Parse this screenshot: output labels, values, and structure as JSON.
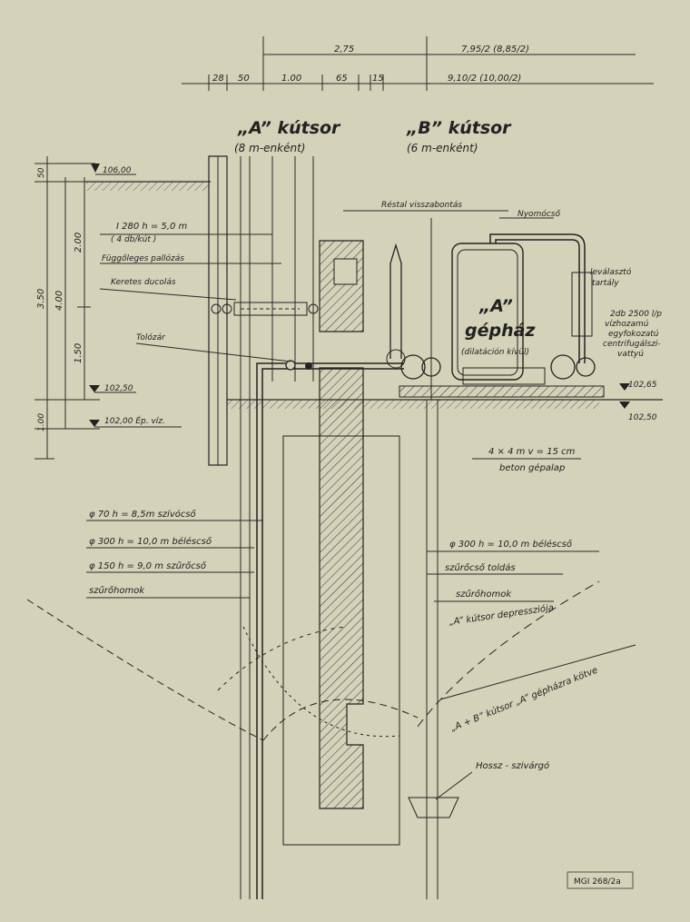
{
  "dimensions": {
    "top_total": "2,75",
    "top_right_a": "7,95/2  (8,85/2)",
    "top_right_b": "9,10/2  (10,00/2)",
    "d28": "28",
    "d50": "50",
    "d100": "1.00",
    "d65": "65",
    "d15": "15",
    "left_50": "50",
    "left_200": "2.00",
    "left_350": "3.50",
    "left_400": "4.00",
    "left_150": "1.50",
    "left_100": "1.00"
  },
  "rows": {
    "a_title": "„A” kútsor",
    "a_sub": "(8 m-enként)",
    "b_title": "„B” kútsor",
    "b_sub": "(6 m-enként)"
  },
  "elevations": {
    "e10600": "106,00",
    "e10250": "102,50",
    "e10200": "102,00  Ép. víz.",
    "e10265": "102,65",
    "e10250r": "102,50"
  },
  "labels": {
    "restal": "Réstal visszabontás",
    "nyomocso": "Nyomócső",
    "ibeam": "I 280  h = 5,0 m",
    "ibeam_sub": "( 4 db/kút )",
    "fuggoleges": "Függőleges pallózás",
    "keretes": "Keretes ducolás",
    "tolozar": "Tolózár",
    "levalaszto": "leválasztó",
    "tartaly": "tartály",
    "pump_1": "2db 2500 l/p",
    "pump_2": "vízhozamú",
    "pump_3": "egyfokozatú",
    "pump_4": "centrifugálszi-",
    "pump_5": "vattyú",
    "gephaz_a": "„A”",
    "gephaz": "gépház",
    "gephaz_sub": "(dilatáción kívül)",
    "gepalap_1": "4 × 4  m  v = 15 cm",
    "gepalap_2": "beton gépalap",
    "szivocso": "φ 70   h = 8,5m  szívócső",
    "belescso": "φ 300  h = 10,0 m  béléscső",
    "szurocso": "φ 150  h = 9,0 m  szűrőcső",
    "szurohomok_l": "szűrőhomok",
    "belescso_r": "φ 300  h = 10,0 m béléscső",
    "toldas": "szűrőcső toldás",
    "szurohomok_r": "szűrőhomok",
    "depresszio": "„A” kútsor  depressziója",
    "ab_kutsor": "„A + B” kútsor  „A” gépházra kötve",
    "hossz": "Hossz - szivárgó",
    "stamp": "MGI 268/2a"
  }
}
